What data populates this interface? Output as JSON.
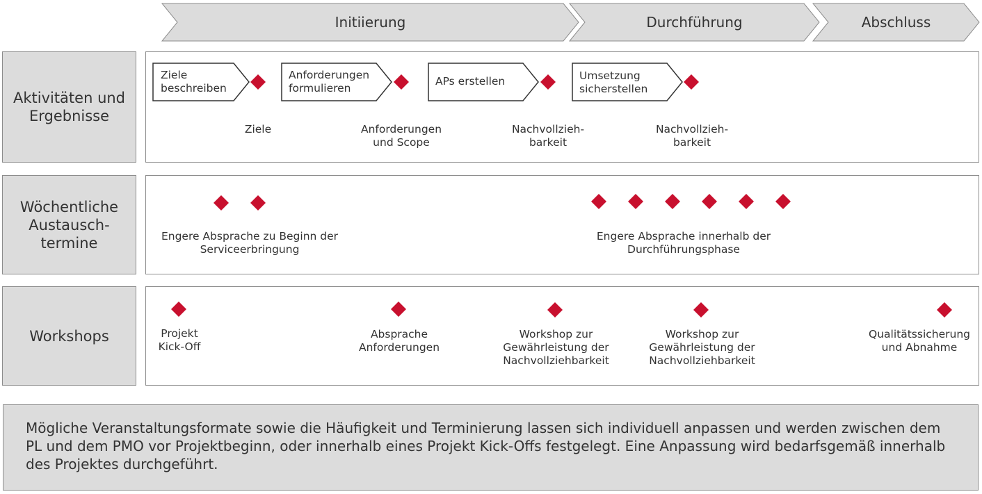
{
  "phases": [
    {
      "label": "Initiierung"
    },
    {
      "label": "Durchführung"
    },
    {
      "label": "Abschluss"
    }
  ],
  "rows": [
    {
      "label": "Aktivitäten und\nErgebnisse"
    },
    {
      "label": "Wöchentliche\nAustausch-\ntermine"
    },
    {
      "label": "Workshops"
    }
  ],
  "activities": [
    {
      "step": "Ziele\nbeschreiben",
      "result": "Ziele"
    },
    {
      "step": "Anforderungen\nformulieren",
      "result": "Anforderungen\nund Scope"
    },
    {
      "step": "APs erstellen",
      "result": "Nachvollzieh-\nbarkeit"
    },
    {
      "step": "Umsetzung\nsicherstellen",
      "result": "Nachvollzieh-\nbarkeit"
    }
  ],
  "meetings": [
    {
      "label": "Engere Absprache zu Beginn der\nServiceerbringung",
      "count": 2
    },
    {
      "label": "Engere Absprache innerhalb der\nDurchführungsphase",
      "count": 6
    }
  ],
  "workshops": [
    {
      "label": "Projekt\nKick-Off"
    },
    {
      "label": "Absprache\nAnforderungen"
    },
    {
      "label": "Workshop zur\nGewährleistung der\nNachvollziehbarkeit"
    },
    {
      "label": "Workshop zur\nGewährleistung der\nNachvollziehbarkeit"
    },
    {
      "label": "Qualitätssicherung\nund Abnahme"
    }
  ],
  "note": "Mögliche Veranstaltungsformate sowie die Häufigkeit und Terminierung lassen sich individuell anpassen und werden zwischen dem PL und dem PMO vor Projektbeginn, oder innerhalb eines Projekt Kick-Offs festgelegt. Eine Anpassung wird bedarfsgemäß innerhalb des Projektes durchgeführt.",
  "colors": {
    "milestone": "#c8102e",
    "panel_fill": "#dcdcdc",
    "border": "#8c8c8c"
  }
}
